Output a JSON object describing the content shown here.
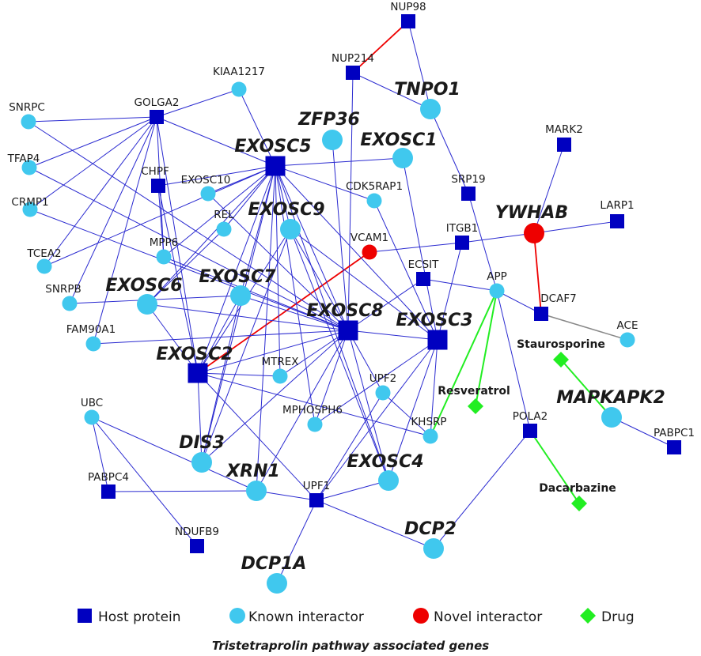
{
  "colors": {
    "host": "#0000c0",
    "known": "#40c8ee",
    "novel": "#ee0000",
    "drug": "#22ee22",
    "edge_default": "#2a2ad0",
    "edge_novel": "#ee0000",
    "edge_drug": "#22ee22",
    "edge_other": "#888888"
  },
  "legend": {
    "host_label": "Host protein",
    "known_label": "Known interactor",
    "novel_label": "Novel interactor",
    "drug_label": "Drug"
  },
  "caption": "Tristetraprolin pathway associated genes",
  "nodes": [
    {
      "id": "NUP98",
      "label": "NUP98",
      "kind": "host",
      "big": false
    },
    {
      "id": "NUP214",
      "label": "NUP214",
      "kind": "host",
      "big": false
    },
    {
      "id": "TNPO1",
      "label": "TNPO1",
      "kind": "known",
      "big": true
    },
    {
      "id": "KIAA1217",
      "label": "KIAA1217",
      "kind": "known",
      "big": false
    },
    {
      "id": "ZFP36",
      "label": "ZFP36",
      "kind": "known",
      "big": true
    },
    {
      "id": "SNRPC",
      "label": "SNRPC",
      "kind": "known",
      "big": false
    },
    {
      "id": "GOLGA2",
      "label": "GOLGA2",
      "kind": "host",
      "big": false
    },
    {
      "id": "EXOSC1",
      "label": "EXOSC1",
      "kind": "known",
      "big": true
    },
    {
      "id": "MARK2",
      "label": "MARK2",
      "kind": "host",
      "big": false
    },
    {
      "id": "EXOSC5",
      "label": "EXOSC5",
      "kind": "host",
      "big": true
    },
    {
      "id": "TFAP4",
      "label": "TFAP4",
      "kind": "known",
      "big": false
    },
    {
      "id": "CHPF",
      "label": "CHPF",
      "kind": "host",
      "big": false
    },
    {
      "id": "EXOSC10",
      "label": "EXOSC10",
      "kind": "known",
      "big": false
    },
    {
      "id": "CDK5RAP1",
      "label": "CDK5RAP1",
      "kind": "known",
      "big": false
    },
    {
      "id": "SRP19",
      "label": "SRP19",
      "kind": "host",
      "big": false
    },
    {
      "id": "CRMP1",
      "label": "CRMP1",
      "kind": "known",
      "big": false
    },
    {
      "id": "REL",
      "label": "REL",
      "kind": "known",
      "big": false
    },
    {
      "id": "EXOSC9",
      "label": "EXOSC9",
      "kind": "known",
      "big": true
    },
    {
      "id": "YWHAB",
      "label": "YWHAB",
      "kind": "novel",
      "big": true
    },
    {
      "id": "LARP1",
      "label": "LARP1",
      "kind": "host",
      "big": false
    },
    {
      "id": "ITGB1",
      "label": "ITGB1",
      "kind": "host",
      "big": false
    },
    {
      "id": "VCAM1",
      "label": "VCAM1",
      "kind": "novel",
      "big": false
    },
    {
      "id": "MPP6",
      "label": "MPP6",
      "kind": "known",
      "big": false
    },
    {
      "id": "TCEA2",
      "label": "TCEA2",
      "kind": "known",
      "big": false
    },
    {
      "id": "ECSIT",
      "label": "ECSIT",
      "kind": "host",
      "big": false
    },
    {
      "id": "APP",
      "label": "APP",
      "kind": "known",
      "big": false
    },
    {
      "id": "EXOSC7",
      "label": "EXOSC7",
      "kind": "known",
      "big": true
    },
    {
      "id": "EXOSC6",
      "label": "EXOSC6",
      "kind": "known",
      "big": true
    },
    {
      "id": "SNRPB",
      "label": "SNRPB",
      "kind": "known",
      "big": false
    },
    {
      "id": "DCAF7",
      "label": "DCAF7",
      "kind": "host",
      "big": false
    },
    {
      "id": "EXOSC8",
      "label": "EXOSC8",
      "kind": "host",
      "big": true
    },
    {
      "id": "EXOSC3",
      "label": "EXOSC3",
      "kind": "host",
      "big": true
    },
    {
      "id": "ACE",
      "label": "ACE",
      "kind": "known",
      "big": false
    },
    {
      "id": "FAM90A1",
      "label": "FAM90A1",
      "kind": "known",
      "big": false
    },
    {
      "id": "Staurosporine",
      "label": "Staurosporine",
      "kind": "drug",
      "big": false
    },
    {
      "id": "EXOSC2",
      "label": "EXOSC2",
      "kind": "host",
      "big": true
    },
    {
      "id": "MTREX",
      "label": "MTREX",
      "kind": "known",
      "big": false
    },
    {
      "id": "UPF2",
      "label": "UPF2",
      "kind": "known",
      "big": false
    },
    {
      "id": "Resveratrol",
      "label": "Resveratrol",
      "kind": "drug",
      "big": false
    },
    {
      "id": "MAPKAPK2",
      "label": "MAPKAPK2",
      "kind": "known",
      "big": true
    },
    {
      "id": "UBC",
      "label": "UBC",
      "kind": "known",
      "big": false
    },
    {
      "id": "MPHOSPH6",
      "label": "MPHOSPH6",
      "kind": "known",
      "big": false
    },
    {
      "id": "KHSRP",
      "label": "KHSRP",
      "kind": "known",
      "big": false
    },
    {
      "id": "POLA2",
      "label": "POLA2",
      "kind": "host",
      "big": false
    },
    {
      "id": "DIS3",
      "label": "DIS3",
      "kind": "known",
      "big": true
    },
    {
      "id": "PABPC1",
      "label": "PABPC1",
      "kind": "host",
      "big": false
    },
    {
      "id": "XRN1",
      "label": "XRN1",
      "kind": "known",
      "big": true
    },
    {
      "id": "EXOSC4",
      "label": "EXOSC4",
      "kind": "known",
      "big": true
    },
    {
      "id": "PABPC4",
      "label": "PABPC4",
      "kind": "host",
      "big": false
    },
    {
      "id": "UPF1",
      "label": "UPF1",
      "kind": "host",
      "big": false
    },
    {
      "id": "Dacarbazine",
      "label": "Dacarbazine",
      "kind": "drug",
      "big": false
    },
    {
      "id": "NDUFB9",
      "label": "NDUFB9",
      "kind": "host",
      "big": false
    },
    {
      "id": "DCP2",
      "label": "DCP2",
      "kind": "known",
      "big": true
    },
    {
      "id": "DCP1A",
      "label": "DCP1A",
      "kind": "known",
      "big": true
    }
  ],
  "edges": [
    [
      "NUP98",
      "NUP214",
      "novel"
    ],
    [
      "NUP98",
      "TNPO1",
      "default"
    ],
    [
      "NUP214",
      "TNPO1",
      "default"
    ],
    [
      "NUP214",
      "EXOSC8",
      "default"
    ],
    [
      "TNPO1",
      "SRP19",
      "default"
    ],
    [
      "SRP19",
      "APP",
      "default"
    ],
    [
      "MARK2",
      "YWHAB",
      "default"
    ],
    [
      "YWHAB",
      "LARP1",
      "default"
    ],
    [
      "YWHAB",
      "ITGB1",
      "default"
    ],
    [
      "YWHAB",
      "DCAF7",
      "novel"
    ],
    [
      "ITGB1",
      "VCAM1",
      "default"
    ],
    [
      "ITGB1",
      "EXOSC3",
      "default"
    ],
    [
      "VCAM1",
      "EXOSC2",
      "novel"
    ],
    [
      "ECSIT",
      "APP",
      "default"
    ],
    [
      "ECSIT",
      "EXOSC8",
      "default"
    ],
    [
      "APP",
      "DCAF7",
      "default"
    ],
    [
      "APP",
      "Resveratrol",
      "drug"
    ],
    [
      "APP",
      "KHSRP",
      "drug"
    ],
    [
      "APP",
      "POLA2",
      "default"
    ],
    [
      "DCAF7",
      "ACE",
      "other"
    ],
    [
      "Staurosporine",
      "MAPKAPK2",
      "drug"
    ],
    [
      "MAPKAPK2",
      "PABPC1",
      "default"
    ],
    [
      "POLA2",
      "Dacarbazine",
      "drug"
    ],
    [
      "POLA2",
      "DCP2",
      "default"
    ],
    [
      "KIAA1217",
      "GOLGA2",
      "default"
    ],
    [
      "KIAA1217",
      "EXOSC5",
      "default"
    ],
    [
      "GOLGA2",
      "SNRPC",
      "default"
    ],
    [
      "GOLGA2",
      "EXOSC5",
      "default"
    ],
    [
      "GOLGA2",
      "TFAP4",
      "default"
    ],
    [
      "GOLGA2",
      "CRMP1",
      "default"
    ],
    [
      "GOLGA2",
      "TCEA2",
      "default"
    ],
    [
      "GOLGA2",
      "SNRPB",
      "default"
    ],
    [
      "GOLGA2",
      "FAM90A1",
      "default"
    ],
    [
      "GOLGA2",
      "MPP6",
      "default"
    ],
    [
      "GOLGA2",
      "EXOSC2",
      "default"
    ],
    [
      "SNRPC",
      "EXOSC8",
      "default"
    ],
    [
      "TFAP4",
      "EXOSC8",
      "default"
    ],
    [
      "CRMP1",
      "EXOSC8",
      "default"
    ],
    [
      "TCEA2",
      "EXOSC5",
      "default"
    ],
    [
      "SNRPB",
      "EXOSC7",
      "default"
    ],
    [
      "FAM90A1",
      "EXOSC8",
      "default"
    ],
    [
      "EXOSC5",
      "EXOSC1",
      "default"
    ],
    [
      "EXOSC5",
      "EXOSC10",
      "default"
    ],
    [
      "EXOSC5",
      "CDK5RAP1",
      "default"
    ],
    [
      "EXOSC5",
      "REL",
      "default"
    ],
    [
      "EXOSC5",
      "EXOSC9",
      "default"
    ],
    [
      "EXOSC5",
      "MPP6",
      "default"
    ],
    [
      "EXOSC5",
      "EXOSC7",
      "default"
    ],
    [
      "EXOSC5",
      "EXOSC6",
      "default"
    ],
    [
      "EXOSC5",
      "EXOSC8",
      "default"
    ],
    [
      "EXOSC5",
      "EXOSC3",
      "default"
    ],
    [
      "EXOSC5",
      "EXOSC2",
      "default"
    ],
    [
      "EXOSC5",
      "DIS3",
      "default"
    ],
    [
      "EXOSC5",
      "XRN1",
      "default"
    ],
    [
      "EXOSC5",
      "MTREX",
      "default"
    ],
    [
      "EXOSC5",
      "MPHOSPH6",
      "default"
    ],
    [
      "EXOSC5",
      "EXOSC4",
      "default"
    ],
    [
      "EXOSC5",
      "CHPF",
      "default"
    ],
    [
      "CHPF",
      "EXOSC2",
      "default"
    ],
    [
      "CHPF",
      "MPP6",
      "default"
    ],
    [
      "EXOSC10",
      "EXOSC8",
      "default"
    ],
    [
      "REL",
      "EXOSC6",
      "default"
    ],
    [
      "CDK5RAP1",
      "EXOSC3",
      "default"
    ],
    [
      "EXOSC1",
      "EXOSC3",
      "default"
    ],
    [
      "ZFP36",
      "EXOSC8",
      "default"
    ],
    [
      "EXOSC9",
      "EXOSC8",
      "default"
    ],
    [
      "EXOSC9",
      "EXOSC2",
      "default"
    ],
    [
      "EXOSC9",
      "DIS3",
      "default"
    ],
    [
      "EXOSC9",
      "EXOSC4",
      "default"
    ],
    [
      "EXOSC9",
      "EXOSC3",
      "default"
    ],
    [
      "MPP6",
      "EXOSC8",
      "default"
    ],
    [
      "EXOSC7",
      "EXOSC8",
      "default"
    ],
    [
      "EXOSC7",
      "EXOSC2",
      "default"
    ],
    [
      "EXOSC7",
      "DIS3",
      "default"
    ],
    [
      "EXOSC6",
      "EXOSC8",
      "default"
    ],
    [
      "EXOSC6",
      "EXOSC2",
      "default"
    ],
    [
      "EXOSC8",
      "EXOSC3",
      "default"
    ],
    [
      "EXOSC8",
      "EXOSC2",
      "default"
    ],
    [
      "EXOSC8",
      "MTREX",
      "default"
    ],
    [
      "EXOSC8",
      "DIS3",
      "default"
    ],
    [
      "EXOSC8",
      "XRN1",
      "default"
    ],
    [
      "EXOSC8",
      "EXOSC4",
      "default"
    ],
    [
      "EXOSC8",
      "MPHOSPH6",
      "default"
    ],
    [
      "EXOSC8",
      "UPF2",
      "default"
    ],
    [
      "EXOSC3",
      "KHSRP",
      "default"
    ],
    [
      "EXOSC3",
      "EXOSC4",
      "default"
    ],
    [
      "EXOSC3",
      "UPF1",
      "default"
    ],
    [
      "EXOSC3",
      "MPHOSPH6",
      "default"
    ],
    [
      "EXOSC2",
      "DIS3",
      "default"
    ],
    [
      "EXOSC2",
      "UPF1",
      "default"
    ],
    [
      "EXOSC2",
      "KHSRP",
      "default"
    ],
    [
      "EXOSC2",
      "MTREX",
      "default"
    ],
    [
      "UBC",
      "PABPC4",
      "default"
    ],
    [
      "UBC",
      "NDUFB9",
      "default"
    ],
    [
      "UBC",
      "XRN1",
      "default"
    ],
    [
      "PABPC4",
      "XRN1",
      "default"
    ],
    [
      "XRN1",
      "UPF1",
      "default"
    ],
    [
      "UPF1",
      "UPF2",
      "default"
    ],
    [
      "UPF1",
      "DCP2",
      "default"
    ],
    [
      "UPF1",
      "DCP1A",
      "default"
    ],
    [
      "UPF1",
      "EXOSC4",
      "default"
    ],
    [
      "UPF2",
      "KHSRP",
      "default"
    ]
  ]
}
